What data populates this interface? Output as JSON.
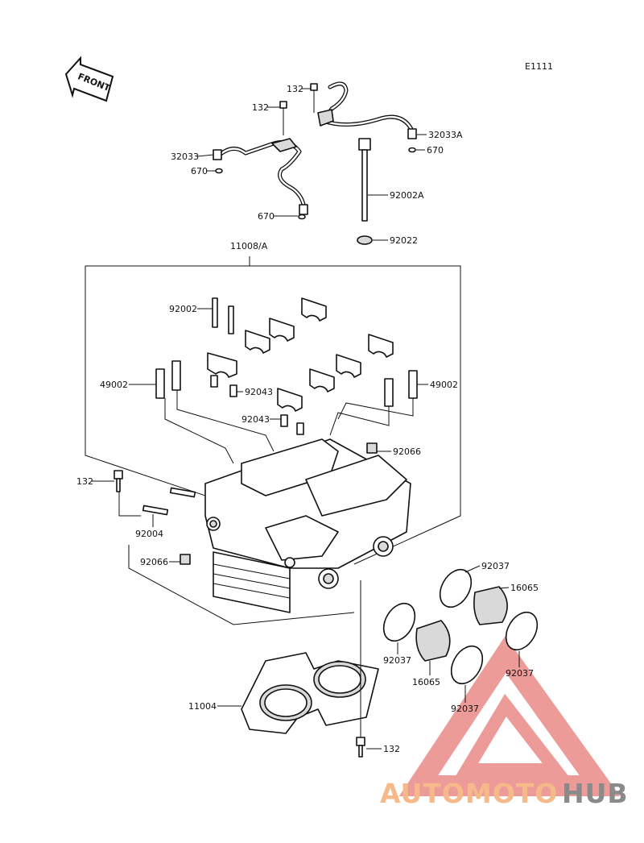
{
  "page_code": "E1111",
  "front_label": "FRONT",
  "callouts": {
    "c132_a": "132",
    "c132_b": "132",
    "c32033a": "32033A",
    "c670_a": "670",
    "c32033": "32033",
    "c670_b": "670",
    "c92002a": "92002A",
    "c670_c": "670",
    "c92022": "92022",
    "c11008a": "11008/A",
    "c92002": "92002",
    "c49002_l": "49002",
    "c92043_a": "92043",
    "c49002_r": "49002",
    "c92043_b": "92043",
    "c92066_a": "92066",
    "c132_c": "132",
    "c92004": "92004",
    "c92066_b": "92066",
    "c92037_a": "92037",
    "c16065_a": "16065",
    "c92037_b": "92037",
    "c92037_c": "92037",
    "c16065_b": "16065",
    "c92037_d": "92037",
    "c11004": "11004",
    "c132_d": "132"
  },
  "watermark": {
    "brand_part1": "AUTOMOTO",
    "brand_part2": "HUB",
    "color_triangle": "#e98a88",
    "color_text1": "#f5b98a",
    "color_text2": "#8a8a8a"
  }
}
